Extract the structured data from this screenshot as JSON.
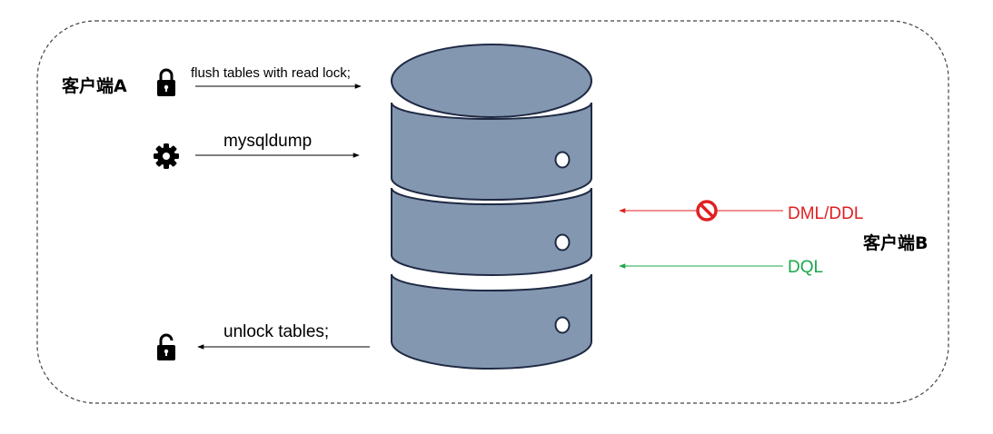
{
  "client_a": {
    "label": "客户端A",
    "commands": {
      "lock": "flush tables with read lock;",
      "dump": "mysqldump",
      "unlock": "unlock tables;"
    }
  },
  "client_b": {
    "label": "客户端B",
    "ops": {
      "blocked": "DML/DDL",
      "allowed": "DQL"
    }
  },
  "icons": {
    "lock": "lock-icon",
    "gear": "gear-icon",
    "unlock": "unlock-icon",
    "blocked": "no-entry-icon",
    "database": "database-icon"
  },
  "colors": {
    "database_fill": "#8497b0",
    "database_stroke": "#1f2a44",
    "blocked": "#e02020",
    "allowed": "#1aa84a",
    "text": "#000000",
    "border": "#444444"
  }
}
